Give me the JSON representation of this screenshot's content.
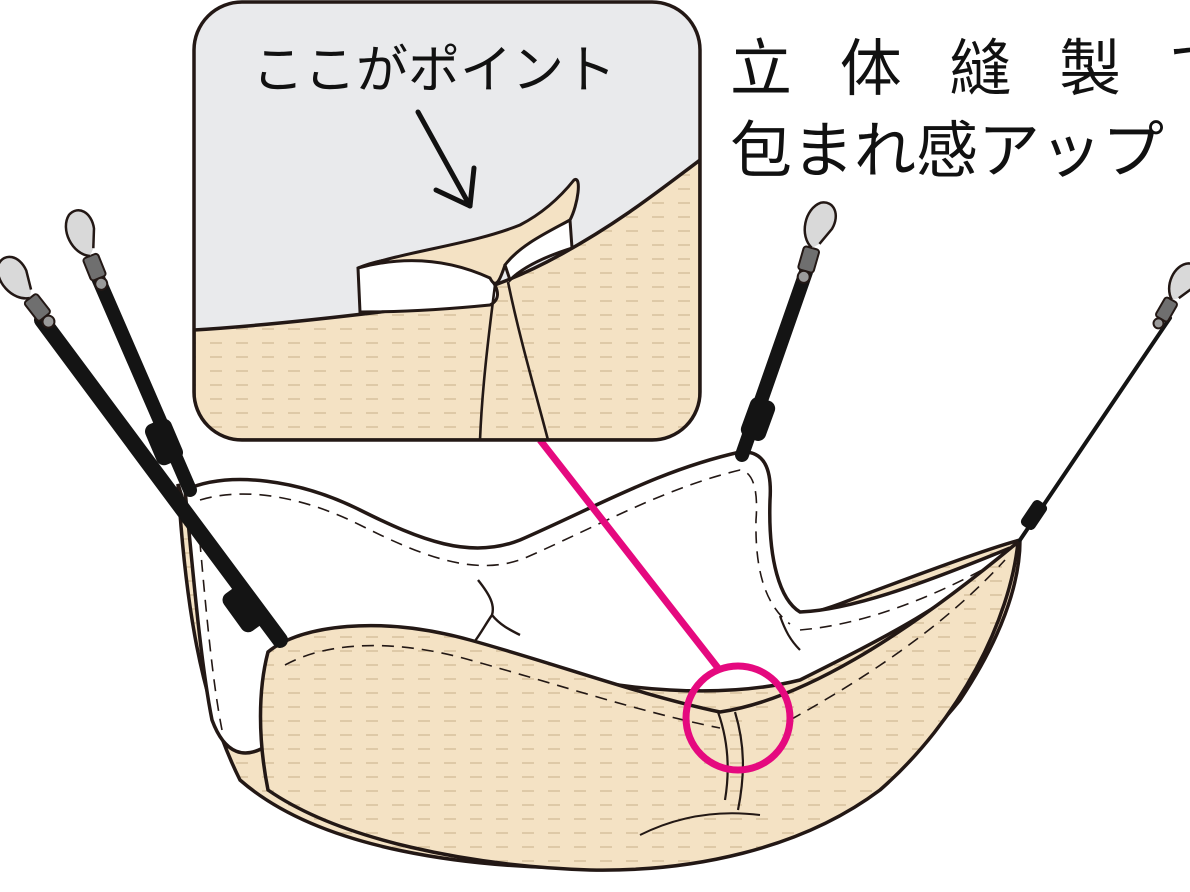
{
  "headline": {
    "line1": "立 体 縫 製 で",
    "line2": "包まれ感アップ"
  },
  "callout": {
    "label": "ここがポイント"
  },
  "icons": {
    "arrow": "arrow-down-right-icon",
    "clip": "snap-hook-clip-icon"
  },
  "colors": {
    "accent": "#E5097F",
    "fabric_beige": "#F4E2C4",
    "fabric_white": "#FFFFFF",
    "callout_bg": "#E9EAEC",
    "outline": "#231815",
    "strap": "#141414"
  }
}
